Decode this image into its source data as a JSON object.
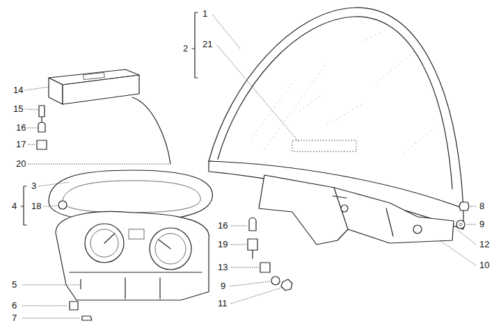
{
  "diagram": {
    "labels": [
      "1",
      "2",
      "21",
      "14",
      "15",
      "16",
      "17",
      "20",
      "3",
      "4",
      "18",
      "8",
      "9",
      "16",
      "19",
      "12",
      "13",
      "10",
      "5",
      "9",
      "11",
      "6",
      "7"
    ]
  }
}
